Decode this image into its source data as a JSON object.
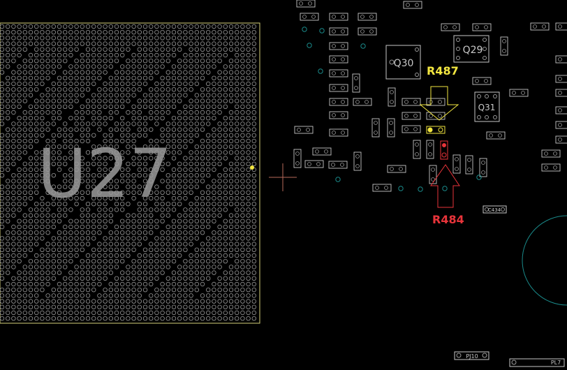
{
  "colors": {
    "background": "#000000",
    "outline": "#c8c8c8",
    "pad": "#9a9a9a",
    "via": "#1a8a8a",
    "highlight_yellow": "#f2e640",
    "highlight_red": "#e8343a",
    "bga_border": "#d6d27a"
  },
  "chip": {
    "label": "U27"
  },
  "transistors": {
    "q30": "Q30",
    "q29": "Q29",
    "q31": "Q31"
  },
  "callouts": {
    "yellow": {
      "label": "R487"
    },
    "red": {
      "label": "R484"
    }
  },
  "bottom": {
    "pj10": "PJ10",
    "pl7": "PL7",
    "c434": "C434"
  }
}
